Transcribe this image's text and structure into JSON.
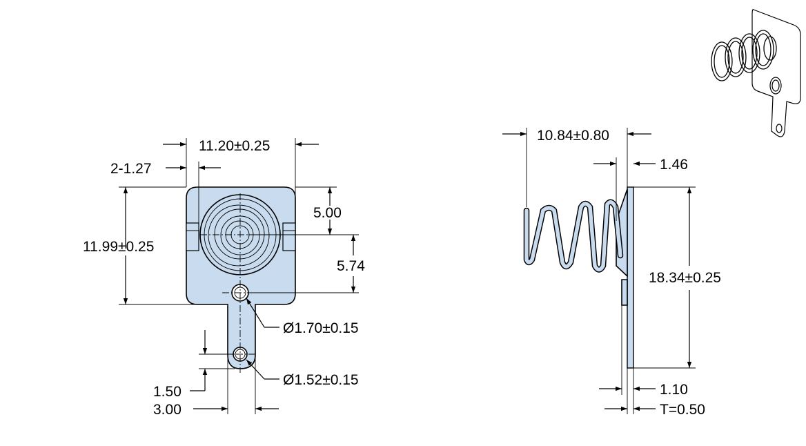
{
  "front_view": {
    "width": "11.20±0.25",
    "slot_width": "2-1.27",
    "height": "11.99±0.25",
    "top_to_center": "5.00",
    "center_to_hole": "5.74",
    "hole_large": "Ø1.70±0.15",
    "hole_small": "Ø1.52±0.15",
    "tab_offset": "1.50",
    "tab_width": "3.00"
  },
  "side_view": {
    "spring_length": "10.84±0.80",
    "offset_top": "1.46",
    "plate_height": "18.34±0.25",
    "offset_bottom": "1.10",
    "thickness": "T=0.50"
  },
  "colors": {
    "part_fill": "#c9dcef",
    "line": "#000000"
  }
}
